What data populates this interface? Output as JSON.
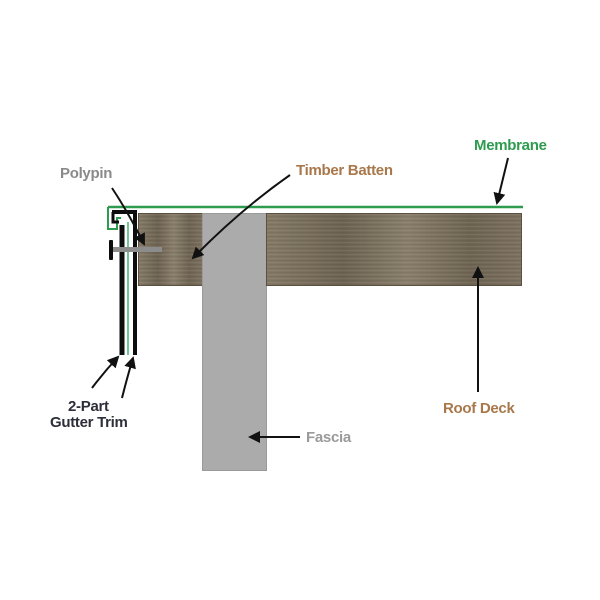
{
  "diagram": {
    "type": "roof edge cross-section",
    "labels": {
      "membrane": "Membrane",
      "timber_batten": "Timber Batten",
      "polypin": "Polypin",
      "roof_deck": "Roof Deck",
      "fascia": "Fascia",
      "gutter_trim_line1": "2-Part",
      "gutter_trim_line2": "Gutter Trim"
    },
    "colors": {
      "membrane": "#2e9b4f",
      "label_brown": "#a8774a",
      "label_gray": "#8a8a8a",
      "label_dark": "#2e2e3a",
      "fascia": "#ababab",
      "wood": "#7b6f5c",
      "trim": "#0d0d0d",
      "pin": "#8c8c8c"
    }
  }
}
